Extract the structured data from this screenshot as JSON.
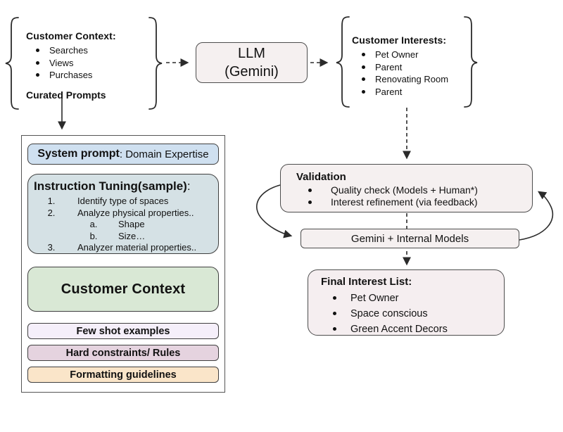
{
  "top": {
    "customer_context": {
      "title": "Customer Context:",
      "items": [
        "Searches",
        "Views",
        "Purchases"
      ],
      "footer": "Curated Prompts"
    },
    "llm_box": {
      "line1": "LLM",
      "line2": "(Gemini)"
    },
    "customer_interests": {
      "title": "Customer Interests:",
      "items": [
        "Pet Owner",
        "Parent",
        "Renovating Room",
        "Parent"
      ]
    }
  },
  "prompt_panel": {
    "system_prompt": {
      "bold": "System prompt",
      "rest": ": Domain Expertise"
    },
    "instruction_tuning": {
      "title_bold": "Instruction Tuning(sample)",
      "title_rest": ":",
      "items": [
        {
          "marker": "1.",
          "text": "Identify type of spaces"
        },
        {
          "marker": "2.",
          "text": "Analyze physical properties.."
        },
        {
          "marker": "a.",
          "text": "Shape"
        },
        {
          "marker": "b.",
          "text": "Size…"
        },
        {
          "marker": "3.",
          "text": "Analyzer material properties.."
        }
      ]
    },
    "customer_context_label": "Customer Context",
    "few_shot_label": "Few shot examples",
    "hard_constraints_label": "Hard constraints/ Rules",
    "formatting_label": "Formatting guidelines"
  },
  "validation": {
    "title": "Validation",
    "items": [
      "Quality check (Models + Human*)",
      "Interest refinement (via feedback)"
    ]
  },
  "gemini_models_label": "Gemini + Internal Models",
  "final_interest": {
    "title": "Final Interest List:",
    "items": [
      "Pet Owner",
      "Space conscious",
      "Green Accent Decors"
    ]
  },
  "colors": {
    "stage_box_bg": "#f5f0f0",
    "final_box_bg": "#f5eef0",
    "system_prompt_bg": "#cfe0f0",
    "instruction_bg": "#d5e1e5",
    "customer_context_bg": "#d9e8d5",
    "few_shot_bg": "#f5effa",
    "hard_constraints_bg": "#e5d3df",
    "formatting_bg": "#fae5c9",
    "line_color": "#333333"
  }
}
